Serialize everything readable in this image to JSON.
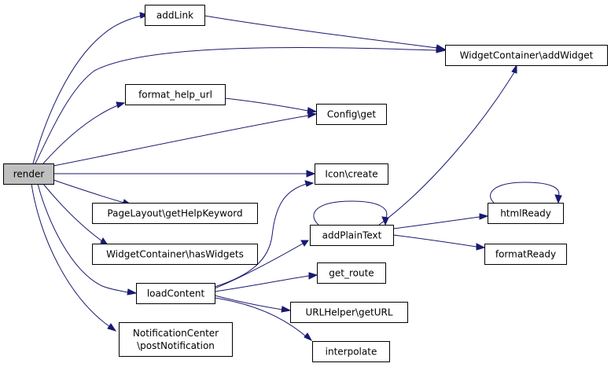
{
  "graph": {
    "nodes": {
      "render": [
        "render"
      ],
      "addLink": [
        "addLink"
      ],
      "addWidget": [
        "WidgetContainer\\addWidget"
      ],
      "formatHelpUrl": [
        "format_help_url"
      ],
      "configGet": [
        "Config\\get"
      ],
      "iconCreate": [
        "Icon\\create"
      ],
      "getHelpKeyword": [
        "PageLayout\\getHelpKeyword"
      ],
      "hasWidgets": [
        "WidgetContainer\\hasWidgets"
      ],
      "loadContent": [
        "loadContent"
      ],
      "postNotification": [
        "NotificationCenter",
        "\\postNotification"
      ],
      "addPlainText": [
        "addPlainText"
      ],
      "htmlReady": [
        "htmlReady"
      ],
      "formatReady": [
        "formatReady"
      ],
      "getRoute": [
        "get_route"
      ],
      "urlHelperGetUrl": [
        "URLHelper\\getURL"
      ],
      "interpolate": [
        "interpolate"
      ]
    },
    "edges": [
      [
        "render",
        "addLink"
      ],
      [
        "render",
        "addWidget"
      ],
      [
        "render",
        "formatHelpUrl"
      ],
      [
        "render",
        "configGet"
      ],
      [
        "render",
        "iconCreate"
      ],
      [
        "render",
        "getHelpKeyword"
      ],
      [
        "render",
        "hasWidgets"
      ],
      [
        "render",
        "loadContent"
      ],
      [
        "render",
        "postNotification"
      ],
      [
        "addLink",
        "addWidget"
      ],
      [
        "formatHelpUrl",
        "configGet"
      ],
      [
        "loadContent",
        "iconCreate"
      ],
      [
        "loadContent",
        "addPlainText"
      ],
      [
        "loadContent",
        "getRoute"
      ],
      [
        "loadContent",
        "urlHelperGetUrl"
      ],
      [
        "loadContent",
        "interpolate"
      ],
      [
        "addPlainText",
        "addWidget"
      ],
      [
        "addPlainText",
        "addPlainText"
      ],
      [
        "addPlainText",
        "htmlReady"
      ],
      [
        "addPlainText",
        "formatReady"
      ],
      [
        "htmlReady",
        "htmlReady"
      ]
    ],
    "colors": {
      "edge": "#191970",
      "root_fill": "#bfbfbf",
      "node_fill": "#ffffff",
      "node_border": "#000000"
    }
  }
}
